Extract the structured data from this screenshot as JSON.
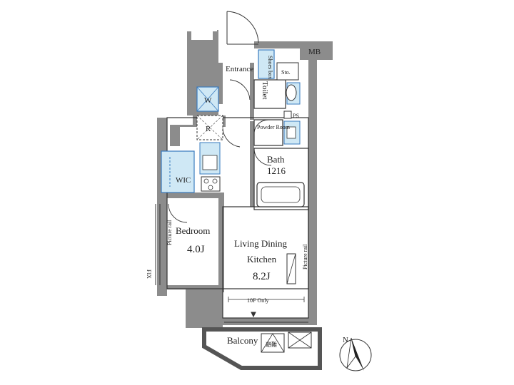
{
  "labels": {
    "mb": "MB",
    "entrance": "Entrance",
    "shoes_box": "Shoes box",
    "sto": "Sto.",
    "toilet": "Toilet",
    "w": "W",
    "ps": "PS",
    "r": "R",
    "powder_room": "Powder Room",
    "bath": "Bath",
    "bath_size": "1216",
    "wic": "WIC",
    "bedroom": "Bedroom",
    "bedroom_size": "4.0J",
    "picture_rail_left": "Picture rail",
    "picture_rail_right": "Picture rail",
    "ldk_line1": "Living Dining",
    "ldk_line2": "Kitchen",
    "ldk_size": "8.2J",
    "note_10f": "10F Only",
    "fix": "FIX",
    "balcony": "Balcony",
    "evac_hatch": "避難",
    "north": "N"
  },
  "colors": {
    "wall": "#8c8c8c",
    "wall_dark": "#6f6f6f",
    "line": "#333333",
    "storage_fill": "#cfe8f5",
    "storage_stroke": "#3a7bbf",
    "floor": "#ffffff"
  }
}
